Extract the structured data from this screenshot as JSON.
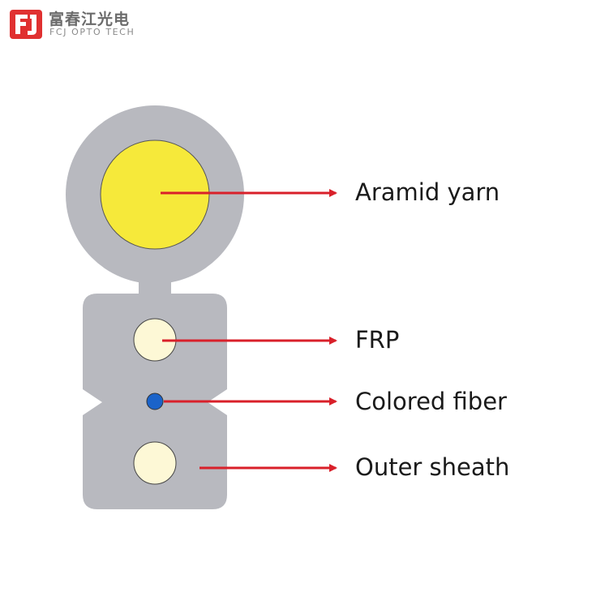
{
  "logo": {
    "chinese_name": "富春江光电",
    "english_name": "FCJ OPTO TECH",
    "brand_color": "#e03030"
  },
  "diagram": {
    "colors": {
      "sheath": "#b8b9bf",
      "aramid_yarn": "#f6e93a",
      "frp": "#fdf8d6",
      "colored_fiber": "#1b63c9",
      "arrow": "#d9202a"
    },
    "labels": {
      "aramid_yarn": "Aramid yarn",
      "frp": "FRP",
      "colored_fiber": "Colored fiber",
      "outer_sheath": "Outer sheath"
    }
  }
}
